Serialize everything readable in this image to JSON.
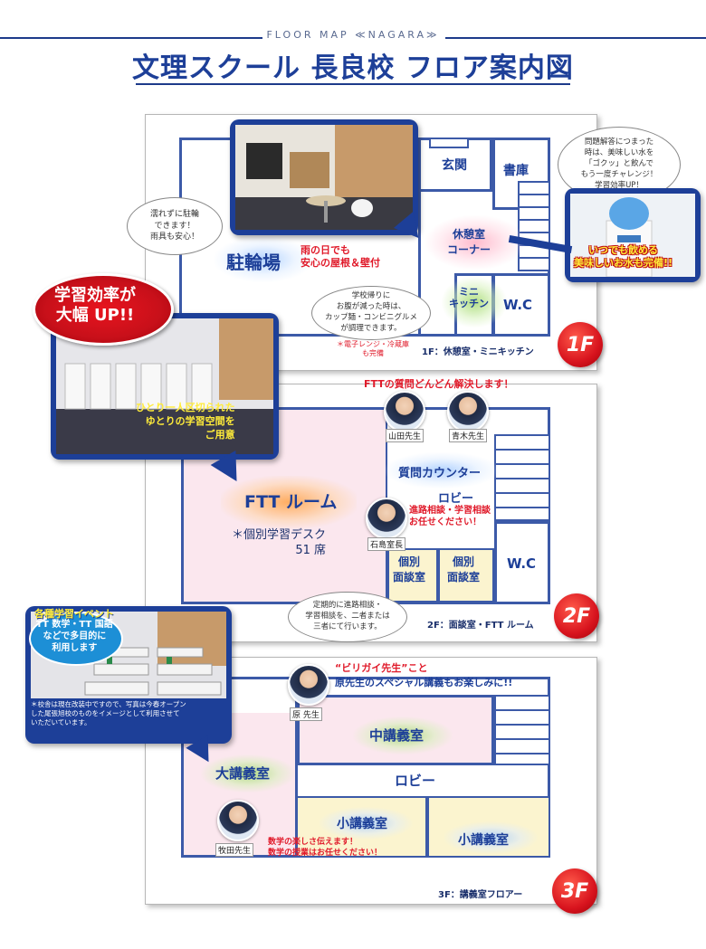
{
  "header": {
    "subtitle": "FLOOR MAP ≪NAGARA≫",
    "title": "文理スクール 長良校 フロア案内図"
  },
  "floor1": {
    "bicycle": "駐輪場",
    "bicycle_note": "雨の日でも\n安心の屋根＆壁付",
    "entrance": "玄関",
    "library": "書庫",
    "lounge": "休憩室\nコーナー",
    "kitchen": "ミニ\nキッチン",
    "wc": "W.C",
    "bubble_bike": "濡れずに駐輪\nできます！\n雨具も安心！",
    "bubble_kitchen": "学校帰りに\nお腹が減った時は、\nカップ麺・コンビニグルメ\nが調理できます。",
    "kitchen_note": "＊電子レンジ・冷蔵庫\nも完備",
    "bubble_water": "問題解答につまった\n時は、美味しい水を\n「ゴクッ」と飲んで\nもう一度チャレンジ！\n学習効率UP！",
    "water_caption": "いつでも飲める\n美味しいお水も完備!!",
    "caption": "1F：休憩室・ミニキッチン",
    "badge": "1F"
  },
  "floor2": {
    "callout_burst": "学習効率が\n大幅 UP!!",
    "callout_text": "ひとり一人区切られた\nゆとりの学習空間を\nご用意",
    "ftt_header": "FTTの質問どんどん解決します！",
    "teacher1": "山田先生",
    "teacher2": "青木先生",
    "counter": "質問カウンター",
    "lobby": "ロビー",
    "ftt_room": "FTT ルーム",
    "desk_note": "＊個別学習デスク\n51 席",
    "principal": "石島室長",
    "principal_note": "進路相談・学習相談\nお任せください！",
    "interview1": "個別\n面談室",
    "interview2": "個別\n面談室",
    "wc": "W.C",
    "bubble_interview": "定期的に進路相談・\n学習相談を、二者または\n三者にて行います。",
    "caption": "2F：面談室・FTT ルーム",
    "badge": "2F"
  },
  "floor3": {
    "event_title": "各種学習イベント",
    "event_text": "TT 数学・TT 国語\nなどで多目的に\n利用します",
    "photo_note": "＊校舎は現在改装中ですので、写真は今春オープン\nした尾張旭校のものをイメージとして利用させて\nいただいています。",
    "special_title": "“ビリガイ先生”こと",
    "special_text": "原先生のスペシャル講義もお楽しみに!!",
    "teacher_hara": "原 先生",
    "mid_room": "中講義室",
    "large_room": "大講義室",
    "lobby": "ロビー",
    "small_room1": "小講義室",
    "small_room2": "小講義室",
    "teacher_makita": "牧田先生",
    "makita_note": "数学の楽しさ伝えます！\n数学の授業はお任せください！",
    "caption": "3F：講義室フロアー",
    "badge": "3F"
  }
}
